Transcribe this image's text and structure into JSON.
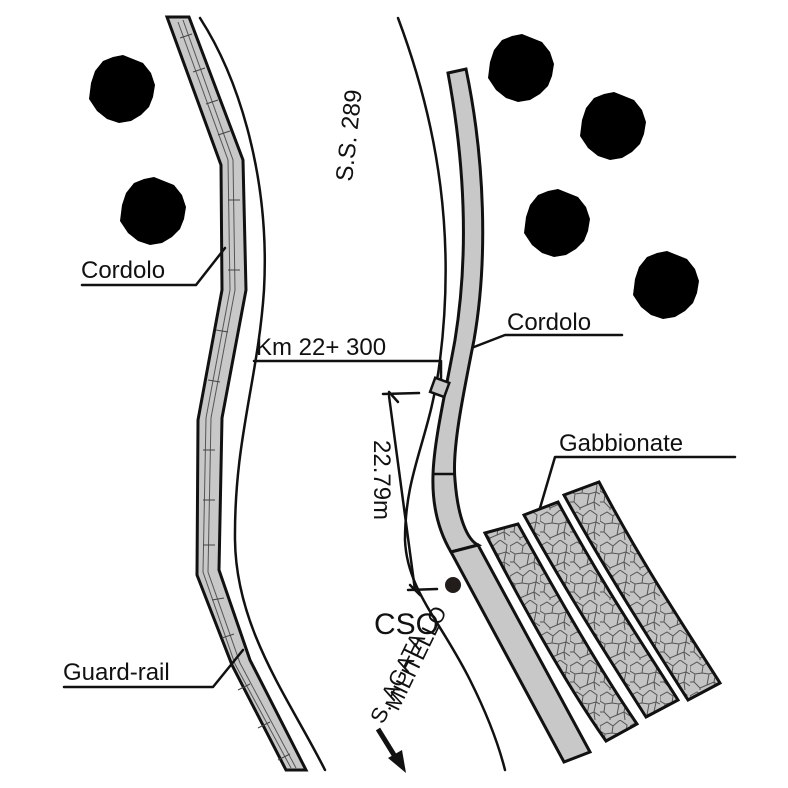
{
  "diagram": {
    "road_name": "S.S. 289",
    "labels": {
      "cordolo_left": "Cordolo",
      "cordolo_right": "Cordolo",
      "km_marker": "Km 22+ 300",
      "distance": "22.79m",
      "cso": "CSO",
      "gabbionate": "Gabbionate",
      "guard_rail": "Guard-rail",
      "direction_line1": "S. AGATA",
      "direction_line2": "MILITELLO"
    },
    "colors": {
      "line": "#111111",
      "curb_fill": "#c8c8c8",
      "gabion_fill": "#c4c4c4",
      "tree": "#4cb34a",
      "marker_dot": "#221c1a"
    },
    "trees_count": 6
  }
}
